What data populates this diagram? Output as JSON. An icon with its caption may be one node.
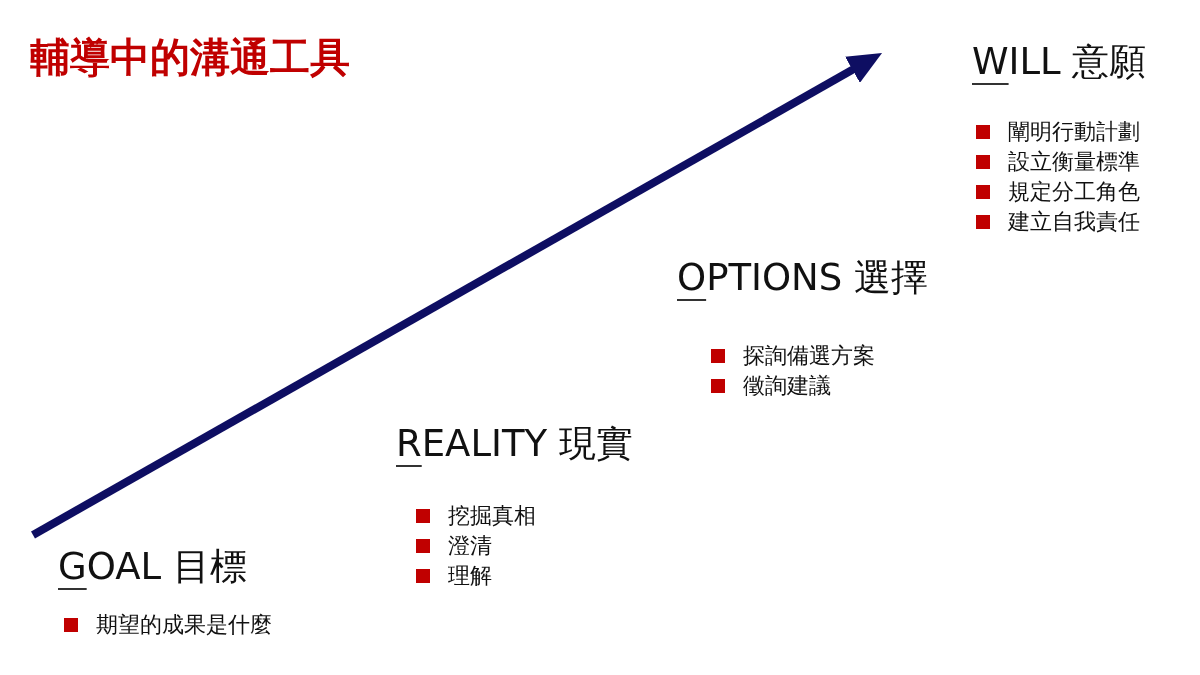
{
  "diagram": {
    "title": "輔導中的溝通工具",
    "labels": [
      "GOAL 目標",
      "期望的成果是什麼",
      "REALITY 現實",
      "挖掘真相",
      "澄清",
      "理解",
      "OPTIONS 選擇",
      "探詢備選方案",
      "徵詢建議",
      "WILL 意願",
      "闡明行動計劃",
      "設立衡量標準",
      "規定分工角色",
      "建立自我責任"
    ]
  }
}
